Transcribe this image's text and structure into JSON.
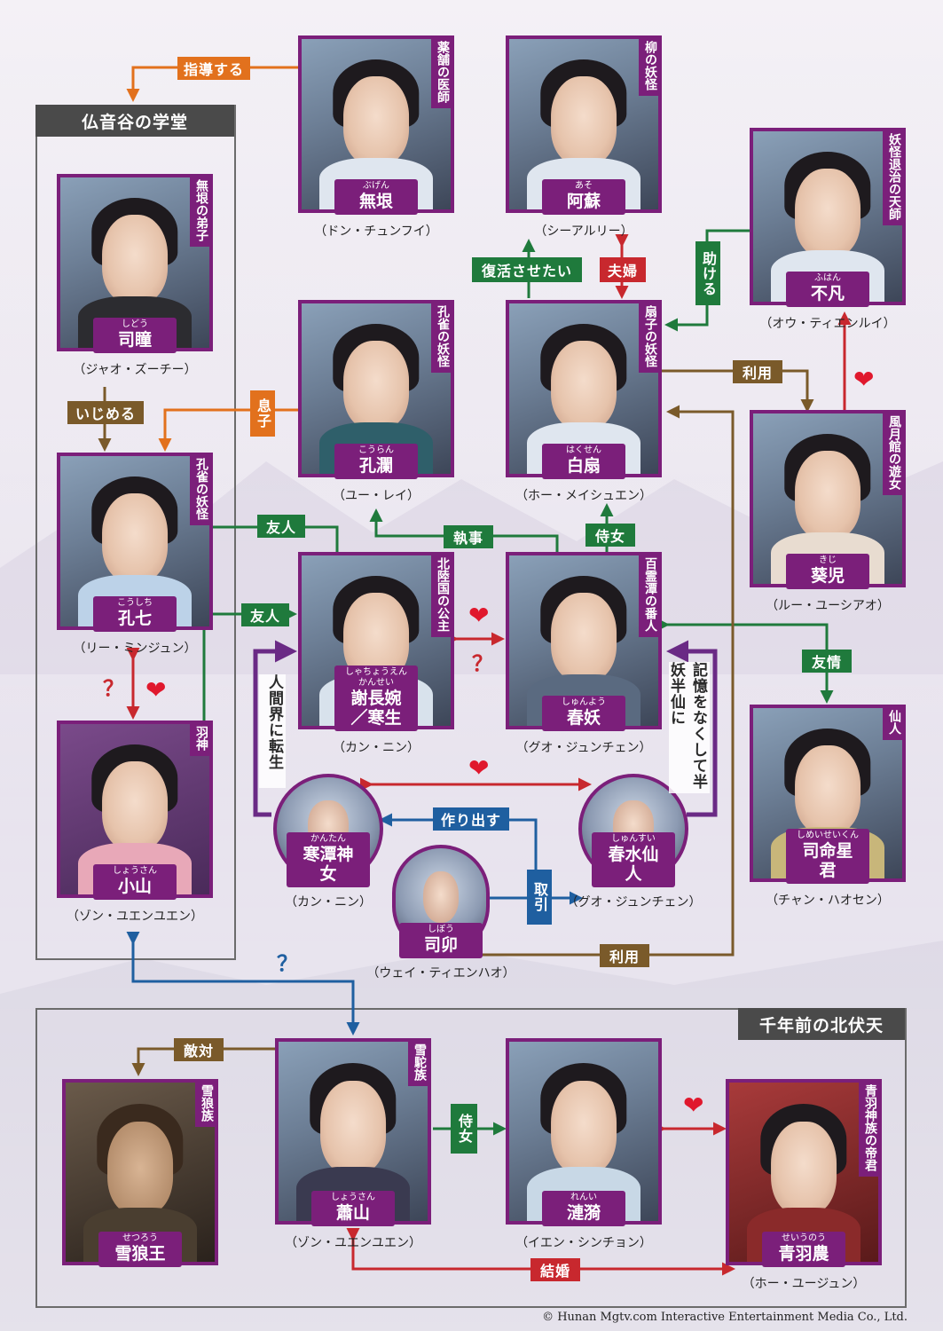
{
  "groups": {
    "school": "仏音谷の学堂",
    "past": "千年前の北伏天"
  },
  "characters": {
    "buken": {
      "role": "薬舗の医師",
      "ruby": "ぶげん",
      "name": "無垠",
      "actor": "（ドン・チュンフイ）"
    },
    "aso": {
      "role": "柳の妖怪",
      "ruby": "あそ",
      "name": "阿蘇",
      "actor": "（シーアルリー）"
    },
    "fuhan": {
      "role": "妖怪退治の天師",
      "ruby": "ふはん",
      "name": "不凡",
      "actor": "（オウ・ティエンルイ）"
    },
    "shido": {
      "role": "無垠の弟子",
      "ruby": "しどう",
      "name": "司瞳",
      "actor": "（ジャオ・ズーチー）"
    },
    "koran": {
      "role": "孔雀の妖怪",
      "ruby": "こうらん",
      "name": "孔瀾",
      "actor": "（ユー・レイ）"
    },
    "hakusen": {
      "role": "扇子の妖怪",
      "ruby": "はくせん",
      "name": "白扇",
      "actor": "（ホー・メイシュエン）"
    },
    "kiji": {
      "role": "風月館の遊女",
      "ruby": "きじ",
      "name": "葵児",
      "actor": "（ルー・ユーシアオ）"
    },
    "koshichi": {
      "role": "孔雀の妖怪",
      "ruby": "こうしち",
      "name": "孔七",
      "actor": "（リー・ミンジュン）"
    },
    "shachoen": {
      "role": "北陸国の公主",
      "ruby": "しゃちょうえん かんせい",
      "name": "謝長婉／寒生",
      "actor": "（カン・ニン）"
    },
    "shunyo": {
      "role": "百霊潭の番人",
      "ruby": "しゅんよう",
      "name": "春妖",
      "actor": "（グオ・ジュンチェン）"
    },
    "shimei": {
      "role": "仙人",
      "ruby": "しめいせいくん",
      "name": "司命星君",
      "actor": "（チャン・ハオセン）"
    },
    "shozan": {
      "role": "羽神",
      "ruby": "しょうさん",
      "name": "小山",
      "actor": "（ゾン・ユエンユエン）"
    },
    "kantan": {
      "ruby": "かんたん",
      "name": "寒潭神女",
      "actor": "（カン・ニン）"
    },
    "shunsui": {
      "ruby": "しゅんすい",
      "name": "春水仙人",
      "actor": "（グオ・ジュンチェン）"
    },
    "shibo": {
      "ruby": "しぼう",
      "name": "司卯",
      "actor": "（ウェイ・ティエンハオ）"
    },
    "setsuro": {
      "role": "雪狼族",
      "ruby": "せつろう",
      "name": "雪狼王",
      "actor": ""
    },
    "shozan2": {
      "role": "雪駝族",
      "ruby": "しょうさん",
      "name": "蕭山",
      "actor": "（ゾン・ユエンユエン）"
    },
    "renrei": {
      "ruby": "れんい",
      "name": "漣漪",
      "actor": "（イエン・シンチョン）"
    },
    "seiuno": {
      "role": "青羽神族の帝君",
      "ruby": "せいうのう",
      "name": "青羽農",
      "actor": "（ホー・ユージュン）"
    }
  },
  "relations": {
    "shido_label": "指導する",
    "fukkatsu": "復活させたい",
    "fufu": "夫婦",
    "tasukeru": "助ける",
    "riyou1": "利用",
    "ijimeru": "いじめる",
    "musuko": "息子",
    "yujin1": "友人",
    "shitsuji": "執事",
    "jijo1": "侍女",
    "yujin2": "友人",
    "yujo": "友情",
    "ningenkai": "人間界に転生",
    "kioku": "記憶をなくして半妖半仙に",
    "tsukuridasu": "作り出す",
    "torihiki": "取引",
    "riyou2": "利用",
    "tekitai": "敵対",
    "jijo2": "侍女",
    "kekkon": "結婚"
  },
  "symbols": {
    "heart": "❤",
    "question": "？"
  },
  "colors": {
    "purple": "#7b1f7a",
    "orange": "#e2711d",
    "green": "#1f7a3c",
    "brown": "#7a5a2a",
    "blue": "#1f5fa0",
    "red": "#c8282e",
    "violet": "#6a2a85"
  },
  "copyright": "© Hunan Mgtv.com Interactive Entertainment Media Co., Ltd."
}
